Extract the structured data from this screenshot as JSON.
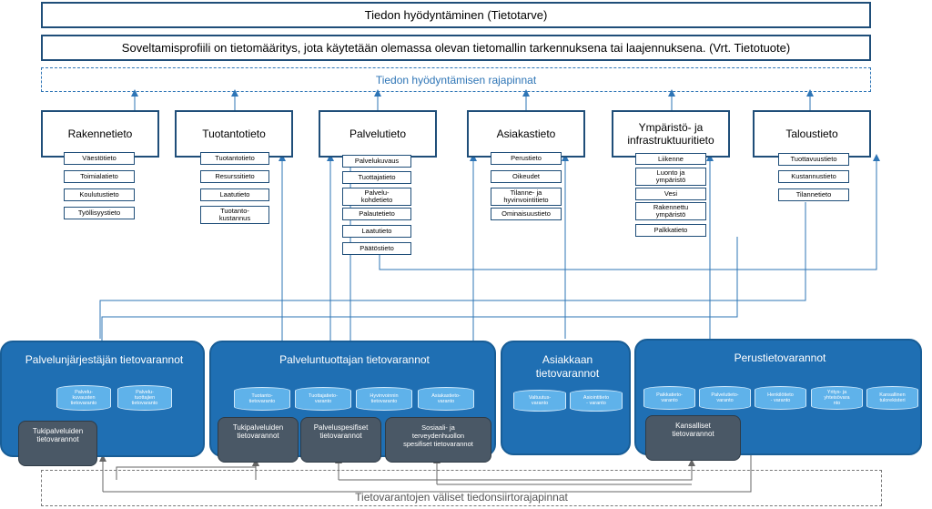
{
  "header": {
    "title": "Tiedon hyödyntäminen (Tietotarve)",
    "definition": "Soveltamisprofiili on tietomääritys, jota käytetään olemassa olevan tietomallin tarkennuksena tai laajennuksena. (Vrt. Tietotuote)",
    "interface_top": "Tiedon hyödyntämisen rajapinnat"
  },
  "categories": [
    {
      "title": "Rakennetieto",
      "items": [
        "Väestötieto",
        "Toimialatieto",
        "Koulutustieto",
        "Työllisyystieto"
      ]
    },
    {
      "title": "Tuotantotieto",
      "items": [
        "Tuotantotieto",
        "Resurssitieto",
        "Laatutieto",
        "Tuotanto-\nkustannus"
      ]
    },
    {
      "title": "Palvelutieto",
      "items": [
        "Palvelukuvaus",
        "Tuottajatieto",
        "Palvelu-\nkohdetieto",
        "Palautetieto",
        "Laatutieto",
        "Päätöstieto"
      ]
    },
    {
      "title": "Asiakastieto",
      "items": [
        "Perustieto",
        "Oikeudet",
        "Tilanne- ja\nhyvinvointitieto",
        "Ominaisuustieto"
      ]
    },
    {
      "title": "Ympäristö- ja\ninfrastruktuuritieto",
      "items": [
        "Liikenne",
        "Luonto ja\nympäristö",
        "Vesi",
        "Rakennettu\nympäristö",
        "Palkkatieto"
      ]
    },
    {
      "title": "Taloustieto",
      "items": [
        "Tuottavuustieto",
        "Kustannustieto",
        "Tilannetieto"
      ]
    }
  ],
  "stores": [
    {
      "title": "Palvelunjärjestäjän tietovarannot",
      "cylinders": [
        "Palvelu-\nkuvausten\ntietovaranto",
        "Palvelu-\ntuottajien\ntietovaranto"
      ],
      "grey": [
        "Tukipalveluiden\ntietovarannot"
      ]
    },
    {
      "title": "Palveluntuottajan tietovarannot",
      "cylinders": [
        "Tuotanto-\ntietovaranto",
        "Tuottajatieto-\nvaranto",
        "Hyvinvoinnin\ntietovaranto",
        "Asiakastieto-\nvaranto"
      ],
      "grey": [
        "Tukipalveluiden\ntietovarannot",
        "Palveluspesifiset\ntietovarannot",
        "Sosiaali- ja\nterveydenhuollon\nspesifiset tietovarannot"
      ]
    },
    {
      "title": "Asiakkaan\ntietovarannot",
      "cylinders": [
        "Valtuutus-\nvaranto",
        "Asiointitieto\n- varanto"
      ],
      "grey": []
    },
    {
      "title": "Perustietovarannot",
      "cylinders": [
        "Paikkatieto-\nvaranto",
        "Palvelutieto-\nvaranto",
        "Henkilötieto\n- varanto",
        "Yritys- ja\nyhteisövara\nnto",
        "Kansallinen\ntulorekisteri"
      ],
      "grey": [
        "Kansalliset\ntietovarannot"
      ]
    }
  ],
  "footer": {
    "interface_bottom": "Tietovarantojen väliset tiedonsiirtorajapinnat"
  },
  "colors": {
    "dark_blue": "#1f4e79",
    "store_blue": "#1f6fb3",
    "line_blue": "#2e75b6",
    "cylinder": "#5fb2ea",
    "grey_box": "#4a5866"
  }
}
